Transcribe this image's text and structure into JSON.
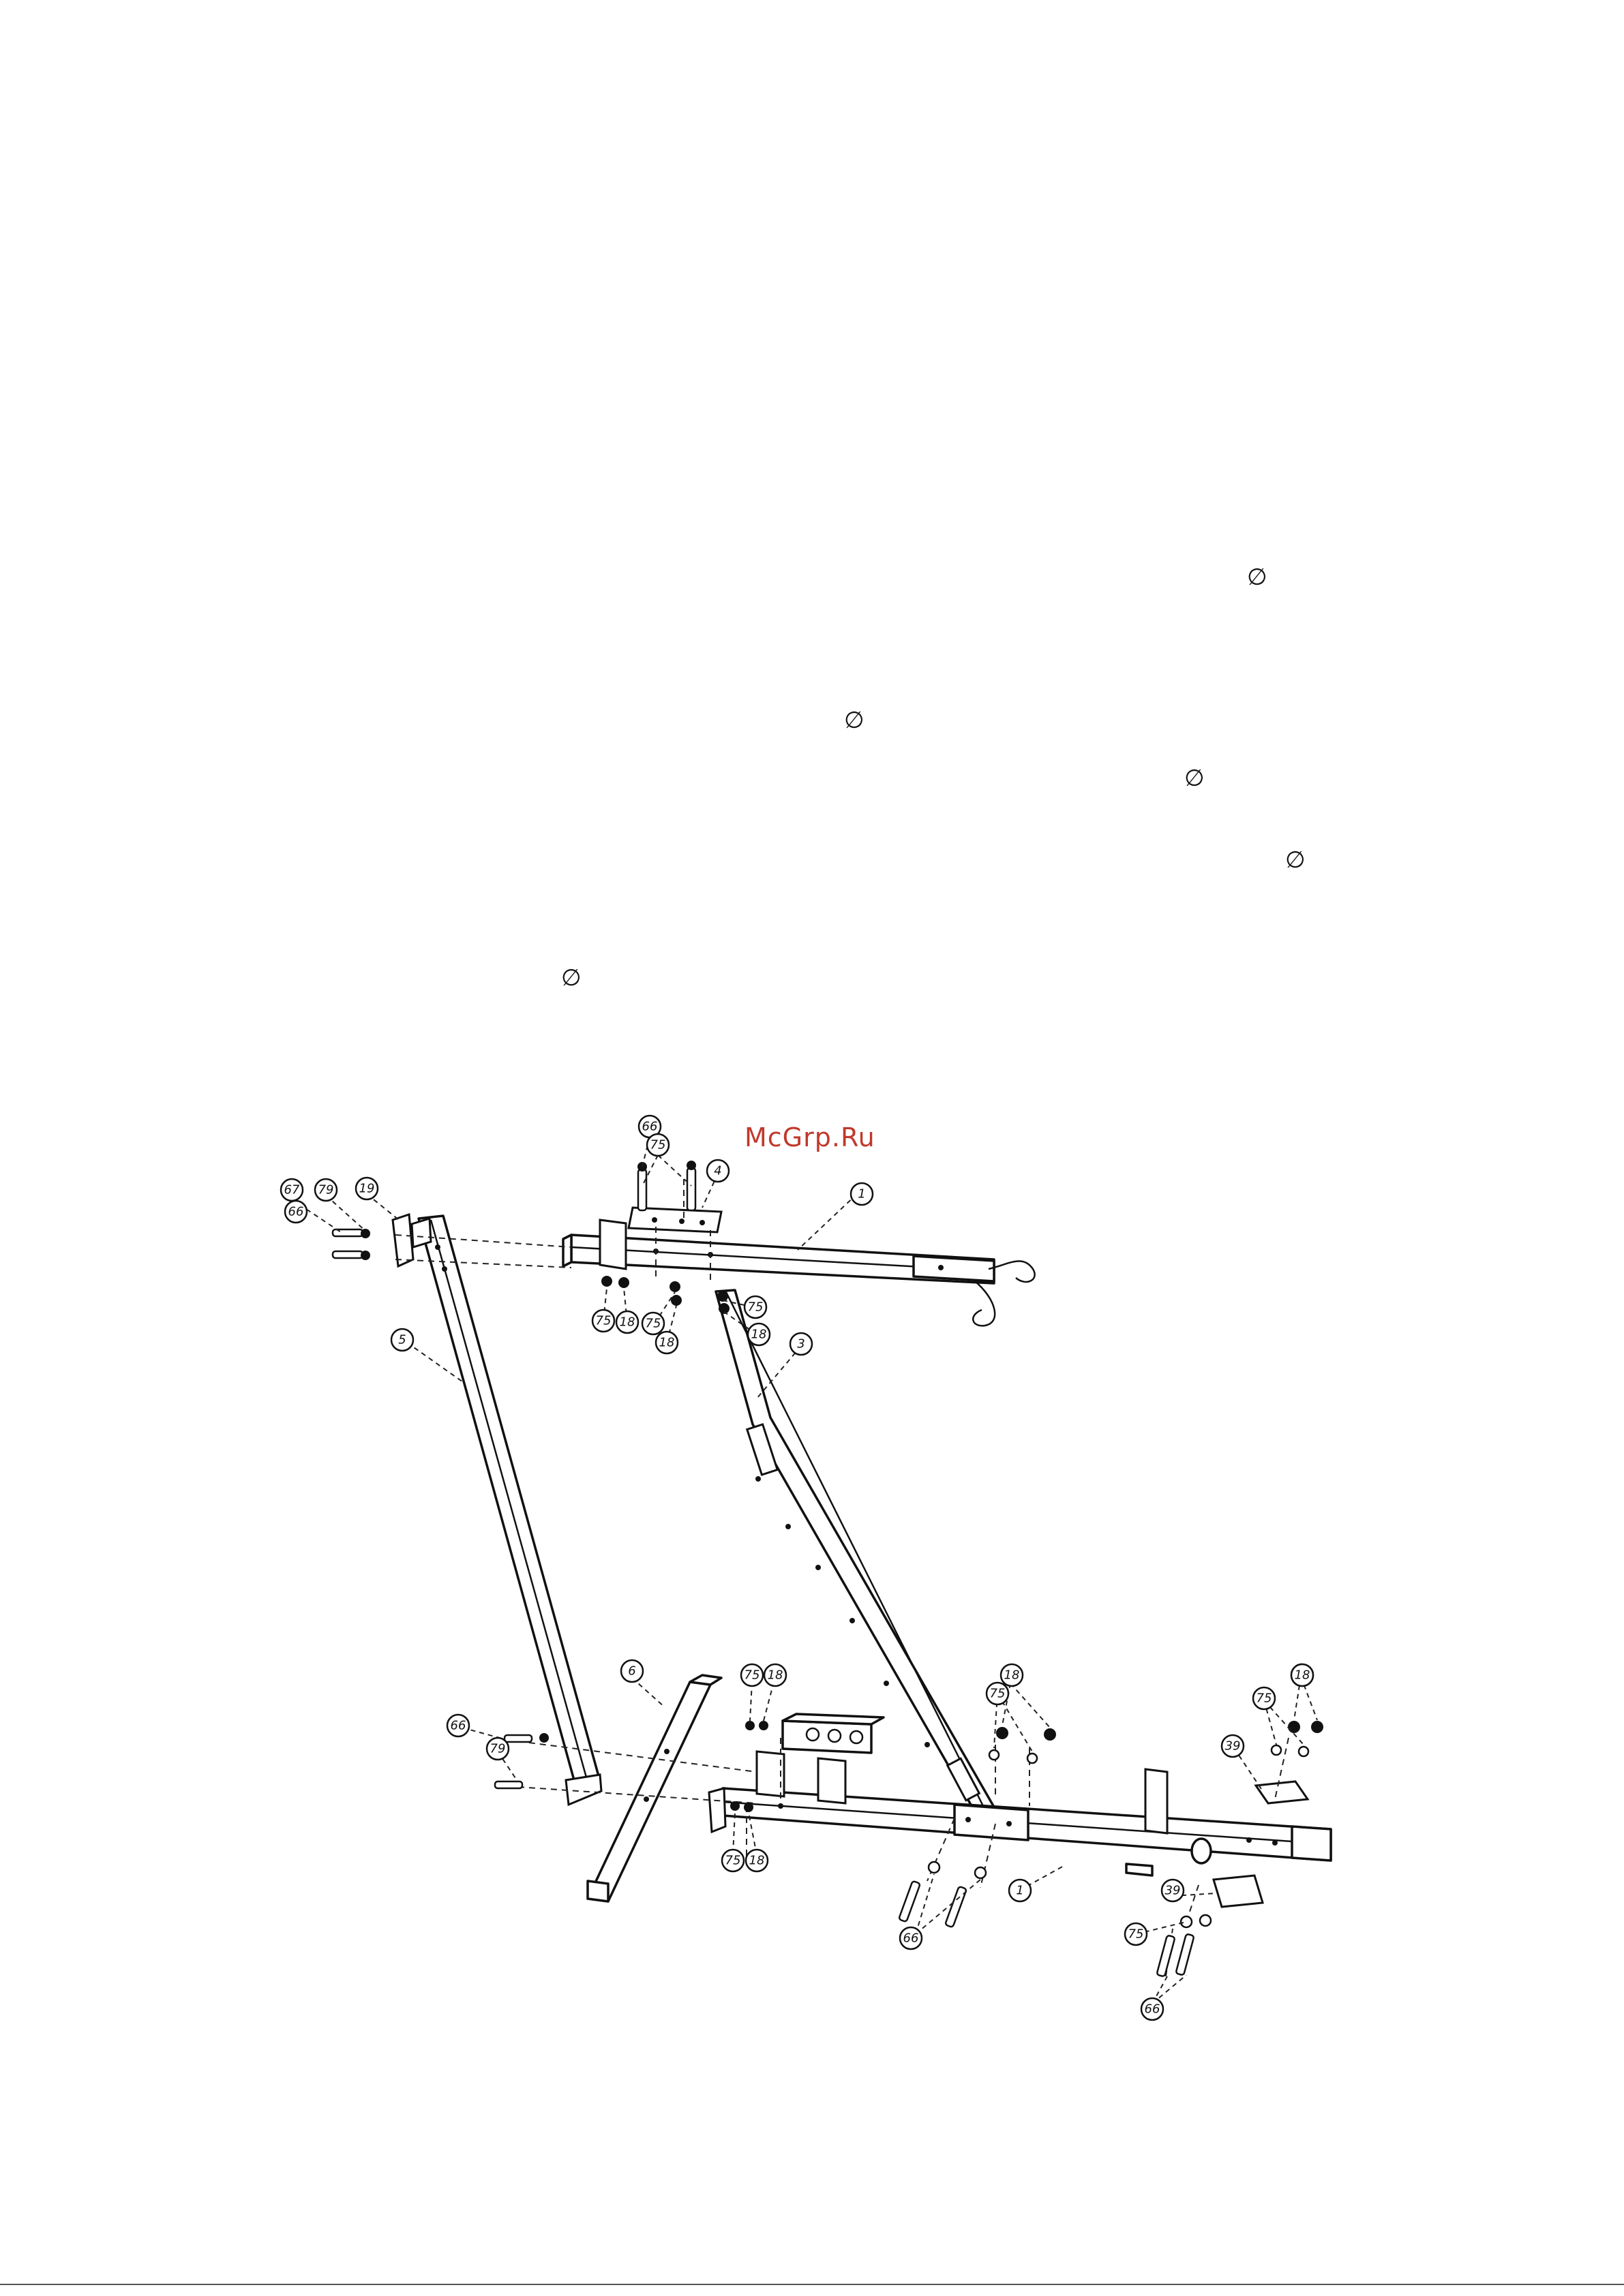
{
  "document": {
    "diameter_symbol": "∅",
    "watermark": "McGrp.Ru"
  },
  "callouts": {
    "top_assembly": [
      "66",
      "75",
      "4",
      "1",
      "67",
      "79",
      "19",
      "66",
      "75",
      "18",
      "75",
      "18",
      "75",
      "18",
      "3"
    ],
    "frame": [
      "5",
      "6"
    ],
    "bottom_assembly": [
      "66",
      "79",
      "75",
      "18",
      "75",
      "18",
      "18",
      "75",
      "18",
      "75",
      "66",
      "1",
      "39",
      "18",
      "75",
      "39",
      "75",
      "66"
    ]
  }
}
